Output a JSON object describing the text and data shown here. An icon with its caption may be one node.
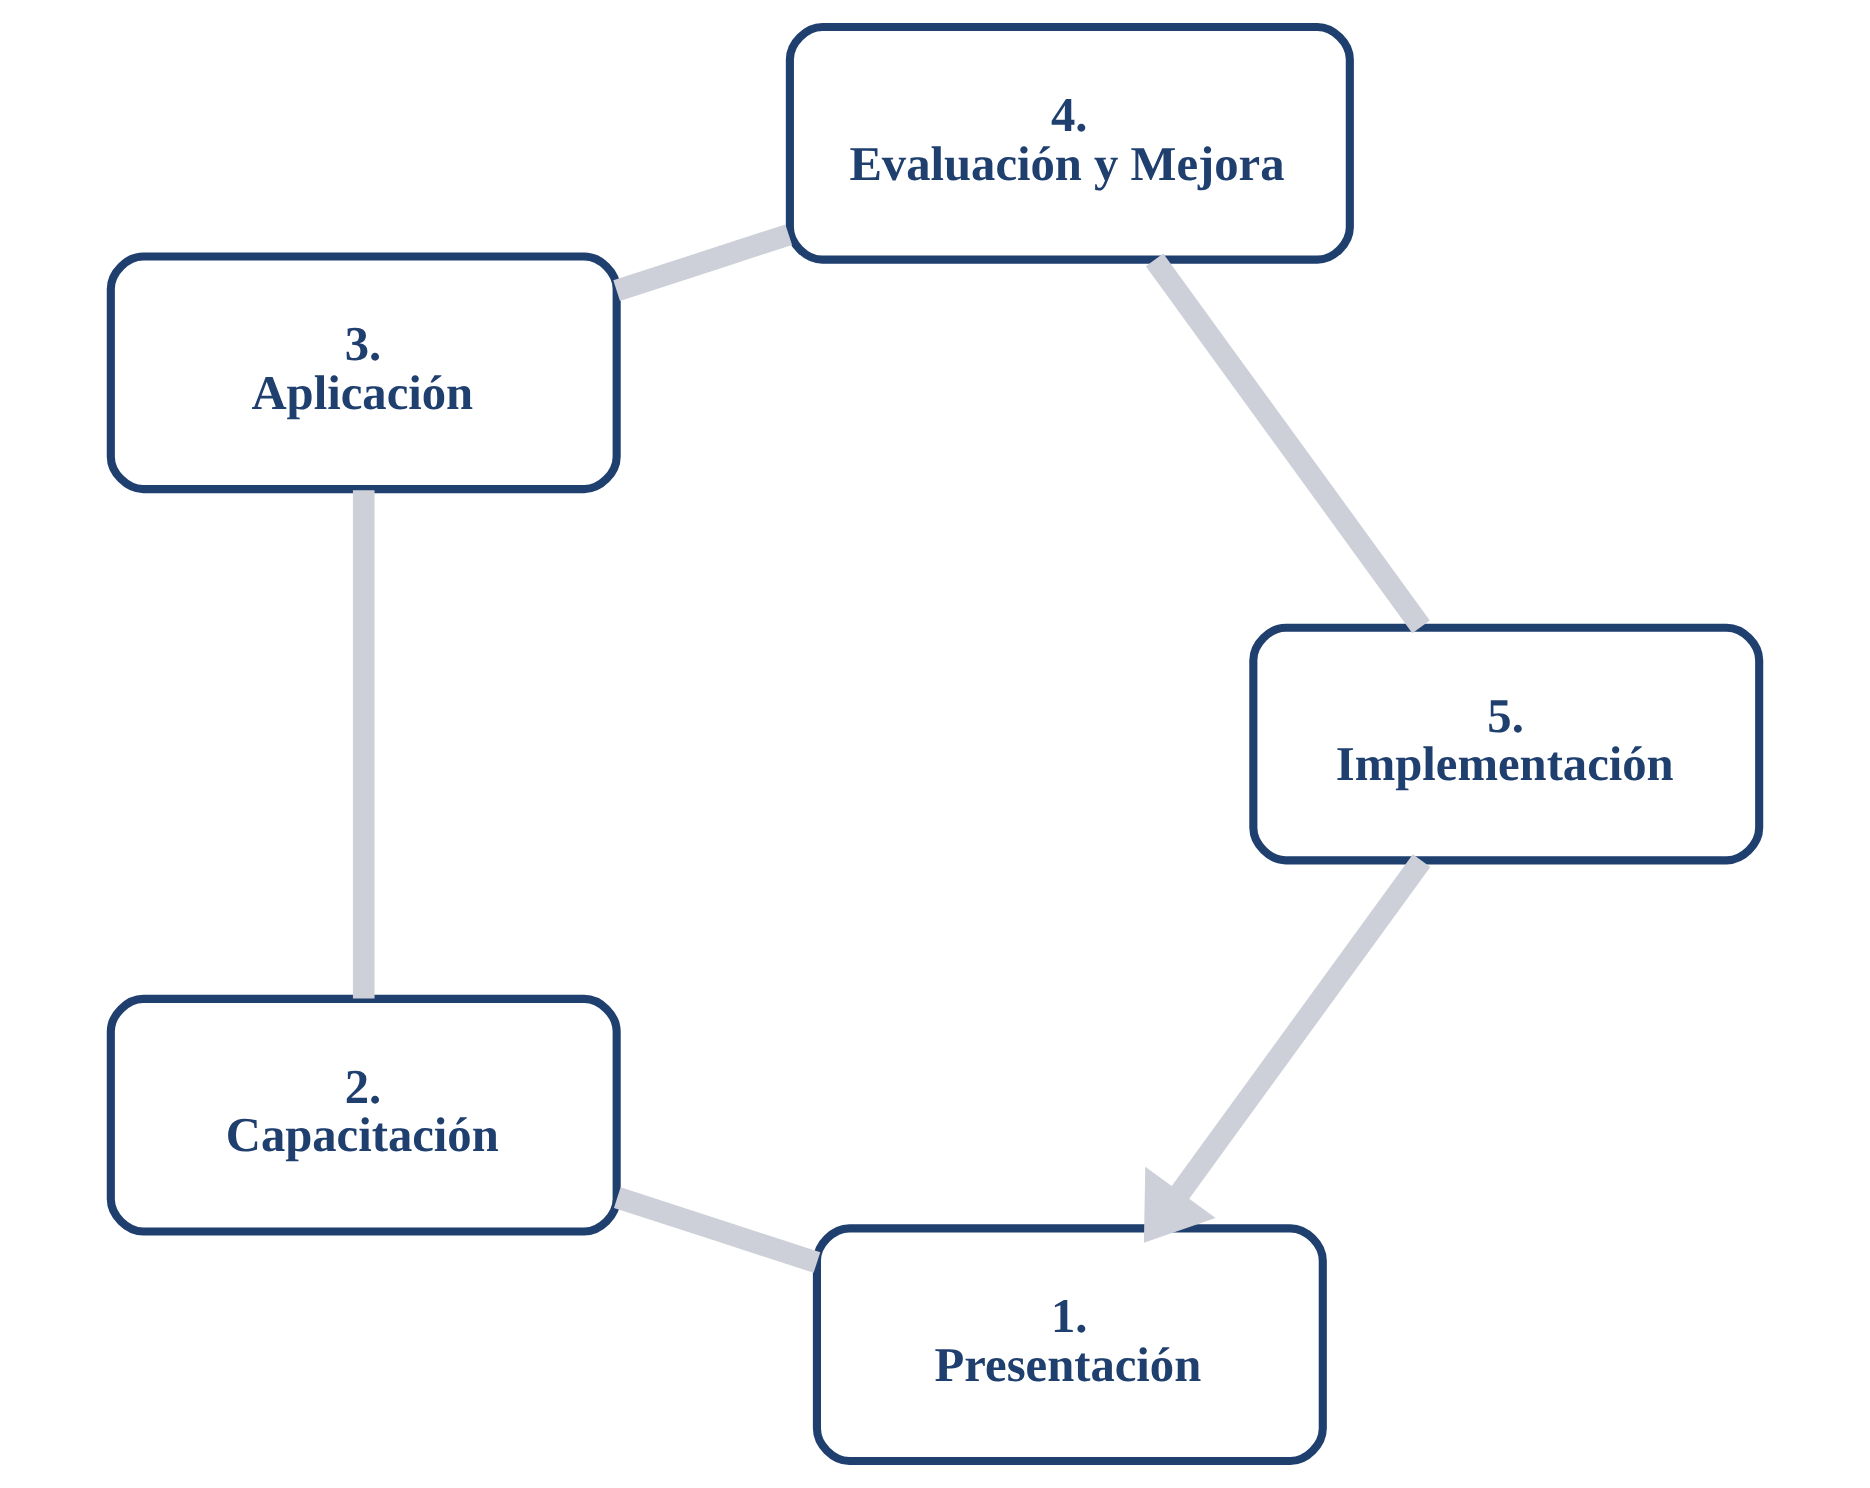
{
  "diagram": {
    "nodes": [
      {
        "text": [
          "1.",
          "Presentación"
        ]
      },
      {
        "text": [
          "2.",
          "Capacitación"
        ]
      },
      {
        "text": [
          "3.",
          "Aplicación"
        ]
      },
      {
        "text": [
          "4.",
          "Evaluación y Mejora"
        ]
      },
      {
        "text": [
          "5.",
          "Implementación"
        ]
      }
    ],
    "edges": [
      {
        "from": 0,
        "to": 1,
        "arrow": "none"
      },
      {
        "from": 1,
        "to": 2,
        "arrow": "none"
      },
      {
        "from": 2,
        "to": 3,
        "arrow": "none"
      },
      {
        "from": 3,
        "to": 4,
        "arrow": "none"
      },
      {
        "from": 4,
        "to": 0,
        "arrow": "to"
      }
    ]
  }
}
